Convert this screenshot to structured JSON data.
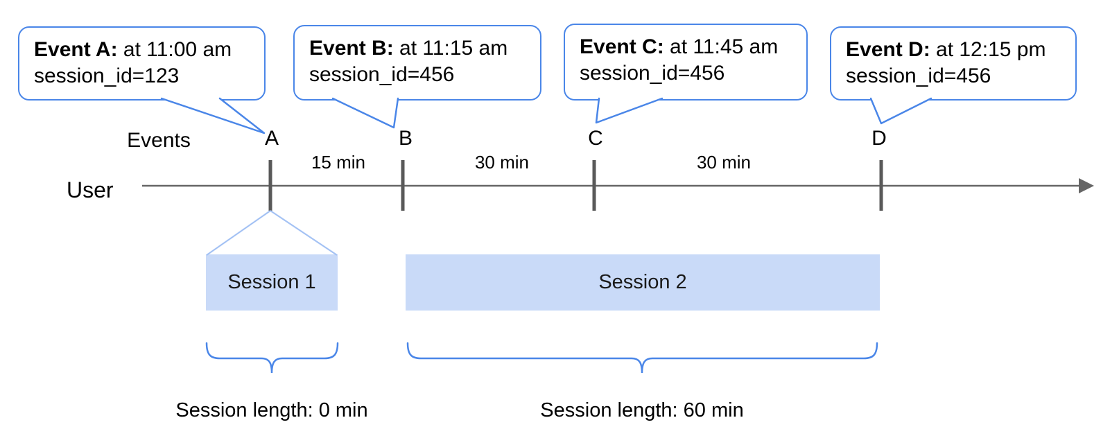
{
  "colors": {
    "accent_blue": "#4a86e8",
    "light_blue": "#a4c2f4",
    "session_fill": "#c9daf8",
    "line_gray": "#666666",
    "tick_gray": "#595959",
    "text": "#000000"
  },
  "bubbles": [
    {
      "event": "Event A:",
      "detail": " at 11:00 am",
      "session": "session_id=123"
    },
    {
      "event": "Event B:",
      "detail": " at 11:15 am",
      "session": "session_id=456"
    },
    {
      "event": "Event C:",
      "detail": " at 11:45 am",
      "session": "session_id=456"
    },
    {
      "event": "Event D:",
      "detail": " at 12:15 pm",
      "session": "session_id=456"
    }
  ],
  "timeline": {
    "events_label": "Events",
    "user_label": "User",
    "markers": [
      "A",
      "B",
      "C",
      "D"
    ],
    "intervals": [
      "15 min",
      "30 min",
      "30 min"
    ]
  },
  "sessions": [
    {
      "label": "Session 1",
      "length": "Session length: 0 min"
    },
    {
      "label": "Session 2",
      "length": "Session length: 60 min"
    }
  ]
}
